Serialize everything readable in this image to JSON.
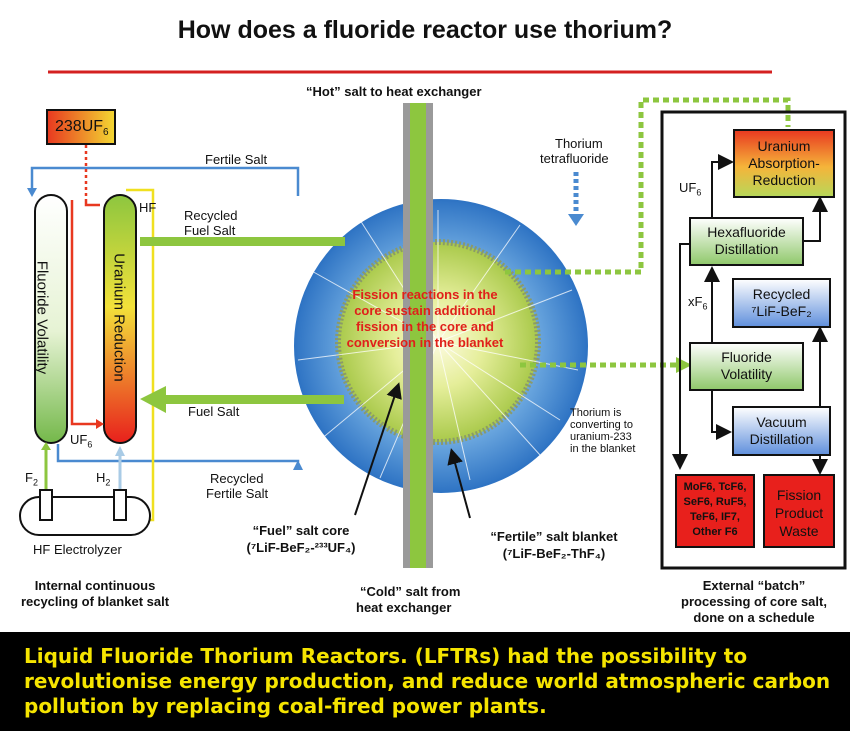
{
  "title": "How does a fluoride reactor use thorium?",
  "labels": {
    "hot_salt": "“Hot” salt to heat exchanger",
    "cold_salt_1": "“Cold” salt from",
    "cold_salt_2": "heat exchanger",
    "u238": "238UF",
    "u238_sub": "6",
    "fertile_salt": "Fertile Salt",
    "recycled_fuel_salt_1": "Recycled",
    "recycled_fuel_salt_2": "Fuel Salt",
    "fuel_salt": "Fuel Salt",
    "recycled_fertile_1": "Recycled",
    "recycled_fertile_2": "Fertile Salt",
    "hf": "HF",
    "uf6_left": "UF",
    "uf6_left_sub": "6",
    "f2": "F",
    "f2_sub": "2",
    "h2": "H",
    "h2_sub": "2",
    "hf_electrolyzer": "HF Electrolyzer",
    "fluoride_volatility_col": "Fluoride Volatility",
    "uranium_reduction_col": "Uranium Reduction",
    "thorium_tetra_1": "Thorium",
    "thorium_tetra_2": "tetrafluoride",
    "fission_1": "Fission reactions in the",
    "fission_2": "core sustain additional",
    "fission_3": "fission in the core and",
    "fission_4": "conversion in the blanket",
    "thorium_conv_1": "Thorium is",
    "thorium_conv_2": "converting to",
    "thorium_conv_3": "uranium-233",
    "thorium_conv_4": "in the blanket",
    "fuel_core_1": "“Fuel” salt core",
    "fuel_core_2": "(⁷LiF-BeF₂-²³³UF₄)",
    "fertile_blanket_1": "“Fertile” salt blanket",
    "fertile_blanket_2": "(⁷LiF-BeF₂-ThF₄)",
    "internal_1": "Internal continuous",
    "internal_2": "recycling of blanket salt",
    "external_1": "External “batch”",
    "external_2": "processing of core salt,",
    "external_3": "done on a schedule",
    "uf6_right": "UF",
    "uf6_right_sub": "6",
    "xf6": "xF",
    "xf6_sub": "6"
  },
  "boxes": {
    "uranium_absorption_1": "Uranium",
    "uranium_absorption_2": "Absorption-",
    "uranium_absorption_3": "Reduction",
    "hexafluoride_1": "Hexafluoride",
    "hexafluoride_2": "Distillation",
    "recycled_1": "Recycled",
    "recycled_2": "⁷LiF-BeF₂",
    "fluoride_vol_1": "Fluoride",
    "fluoride_vol_2": "Volatility",
    "vacuum_1": "Vacuum",
    "vacuum_2": "Distillation",
    "mof6_1": "MoF6, TcF6,",
    "mof6_2": "SeF6, RuF5,",
    "mof6_3": "TeF6, IF7,",
    "mof6_4": "Other F6",
    "fission_waste_1": "Fission",
    "fission_waste_2": "Product",
    "fission_waste_3": "Waste"
  },
  "caption": "Liquid  Fluoride Thorium Reactors. (LFTRs) had the possibility to revolutionise energy production, and reduce world atmospheric carbon pollution by replacing coal-fired power plants.",
  "colors": {
    "title_rule": "#d42020",
    "blanket": "#3a86d4",
    "core": "#c9dc6a",
    "pipe_green": "#8dc63f",
    "pipe_blue": "#4a8ad0",
    "fission_text": "#e0201a",
    "caption_text": "#f5e400"
  }
}
